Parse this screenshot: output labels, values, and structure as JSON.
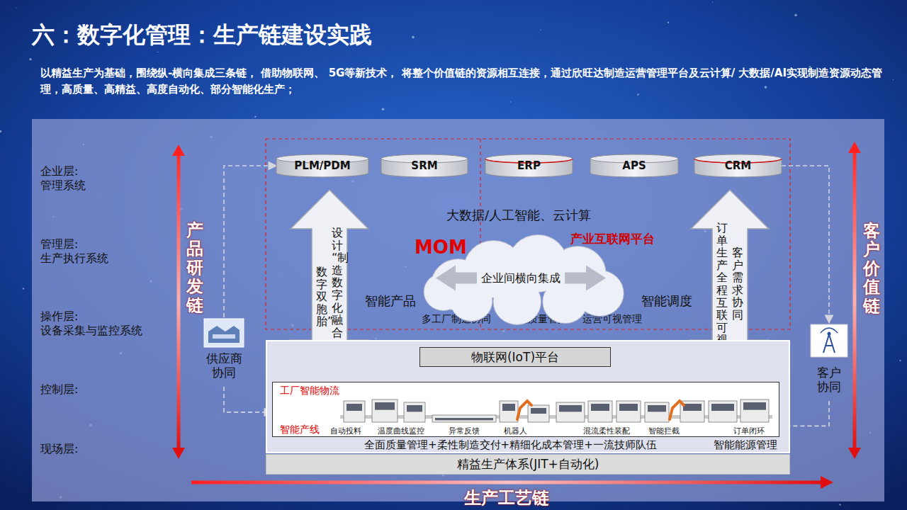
{
  "diagram": {
    "title": "六：数字化管理：生产链建设实践",
    "nodes": [
      {
        "text": [
          "PLM/PDM"
        ]
      },
      {
        "text": [
          "SRM"
        ]
      },
      {
        "text": [
          "ERP"
        ]
      },
      {
        "text": [
          "APS"
        ]
      },
      {
        "text": [
          "CRM"
        ]
      },
      {
        "text": [
          "企业间横向集成"
        ]
      },
      {
        "text": [
          "设计“制造数字化融合",
          "数字双胞胎”"
        ]
      },
      {
        "text": [
          "订单生产全程互联可视",
          "客户需求协同"
        ]
      },
      {
        "text": [
          "全面质量管理+柔性制造交付+精细化成本管理+一流技师队伍",
          "智能能源管理"
        ]
      },
      {
        "text": [
          "物联网(IoT)平台"
        ],
        "in": 8
      },
      {
        "text": [
          "工厂智能物流",
          "智能产线",
          "自动投料",
          "温度曲线监控",
          "异常反馈",
          "机器人",
          "混流柔性装配",
          "智能拦截",
          "订单闭环"
        ],
        "in": 8
      },
      {
        "text": [
          "精益生产体系(JIT+自动化)"
        ]
      },
      {
        "text": [
          "供应商 协同"
        ]
      },
      {
        "text": [
          "客户 协同"
        ]
      }
    ],
    "edges": [
      {
        "from": 12,
        "to": 0,
        "arrow": "to"
      },
      {
        "from": 12,
        "to": 10,
        "arrow": "to"
      },
      {
        "from": 4,
        "to": 13,
        "arrow": "to"
      },
      {
        "from": 13,
        "to": 10,
        "arrow": "to"
      }
    ],
    "labels": [
      "以精益生产为基础，围绕纵-横向集成三条链， 借助物联网、 5G等新技术， 将整个价值链的资源相互连接，通过欣旺达制造运营管理平台及云计算/ 大数据/AI实现制造资源动态管理，高质量、高精益、高度自动化、部分智能化生产；",
      "企业层: 管理系统",
      "管理层: 生产执行系统",
      "操作层: 设备采集与监控系统",
      "控制层:",
      "现场层:",
      "产品研发链",
      "大数据/人工智能、云计算",
      "MOM",
      "产业互联网平台",
      "智能产品",
      "智能调度",
      "多工厂制造协同",
      "智能质量管控",
      "运营可视管理",
      "客户价值链",
      "生产工艺链"
    ]
  }
}
